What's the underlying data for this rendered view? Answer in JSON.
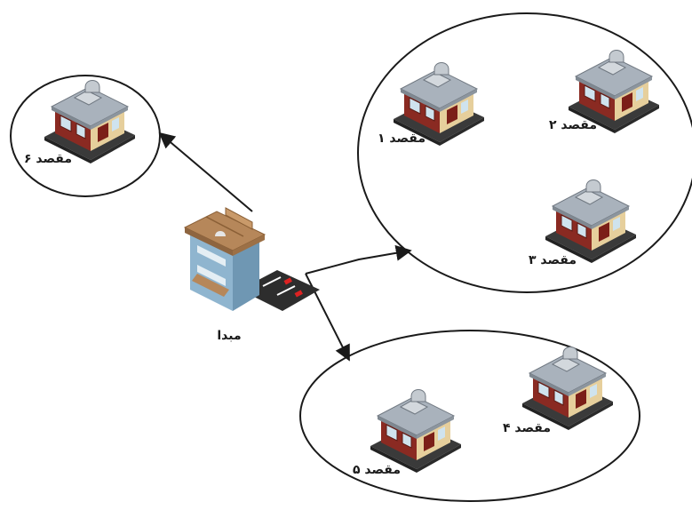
{
  "origin": {
    "label": "مبدا",
    "icon": "origin-building-icon"
  },
  "destinations": [
    {
      "label": "مقصد ۱",
      "icon": "store-building-icon"
    },
    {
      "label": "مقصد ۲",
      "icon": "store-building-icon"
    },
    {
      "label": "مقصد ۳",
      "icon": "store-building-icon"
    },
    {
      "label": "مقصد ۴",
      "icon": "store-building-icon"
    },
    {
      "label": "مقصد ۵",
      "icon": "store-building-icon"
    },
    {
      "label": "مقصد ۶",
      "icon": "store-building-icon"
    }
  ],
  "colors": {
    "line": "#1a1a1a",
    "roof": "#a9b2bc",
    "wall": "#8a2a22",
    "awning": "#e6cf9c",
    "ground": "#3a3a3a",
    "origin_roof": "#b6875a",
    "origin_wall": "#8fb5cf"
  }
}
